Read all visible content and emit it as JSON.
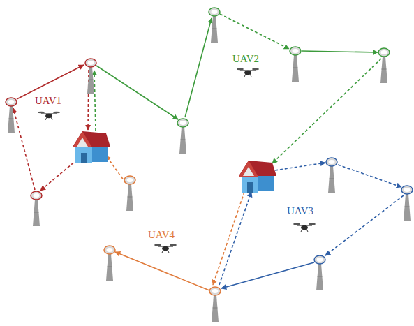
{
  "diagram": {
    "labels": [
      "UAV1",
      "UAV2",
      "UAV3",
      "UAV4"
    ]
  }
}
